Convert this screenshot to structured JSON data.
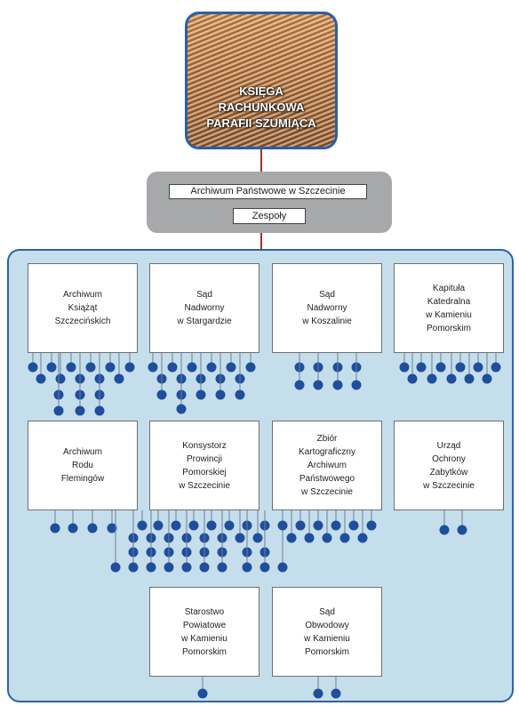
{
  "cover": {
    "title_lines": [
      "KSIĘGA",
      "RACHUNKOWA",
      "PARAFII SZUMIĄCA"
    ],
    "accent_border": "#2b5fa6"
  },
  "archive": {
    "title": "Archiwum Państwowe w Szczecinie",
    "subtitle": "Zespoły"
  },
  "colors": {
    "panel_bg": "#c5deec",
    "panel_border": "#2d63a6",
    "connector": "#a0332b",
    "dot": "#1f4e9c"
  },
  "units": [
    {
      "label": "Archiwum\nKsiążąt\nSzczecińskich"
    },
    {
      "label": "Sąd\nNadworny\nw Stargardzie"
    },
    {
      "label": "Sąd\nNadworny\nw Koszalinie"
    },
    {
      "label": "Kapituła\nKatedralna\nw Kamieniu\nPomorskim"
    },
    {
      "label": "Archiwum\nRodu\nFlemingów"
    },
    {
      "label": "Konsystorz\nProwincji\nPomorskiej\nw Szczecinie"
    },
    {
      "label": "Zbiór\nKartograficzny\nArchiwum\nPaństwowego\nw Szczecinie"
    },
    {
      "label": "Urząd\nOchrony\nZabytków\nw Szczecinie"
    },
    {
      "label": "Starostwo\nPowiatowe\nw Kamieniu\nPomorskim"
    },
    {
      "label": "Sąd\nObwodowy\nw Kamieniu\nPomorskim"
    }
  ]
}
